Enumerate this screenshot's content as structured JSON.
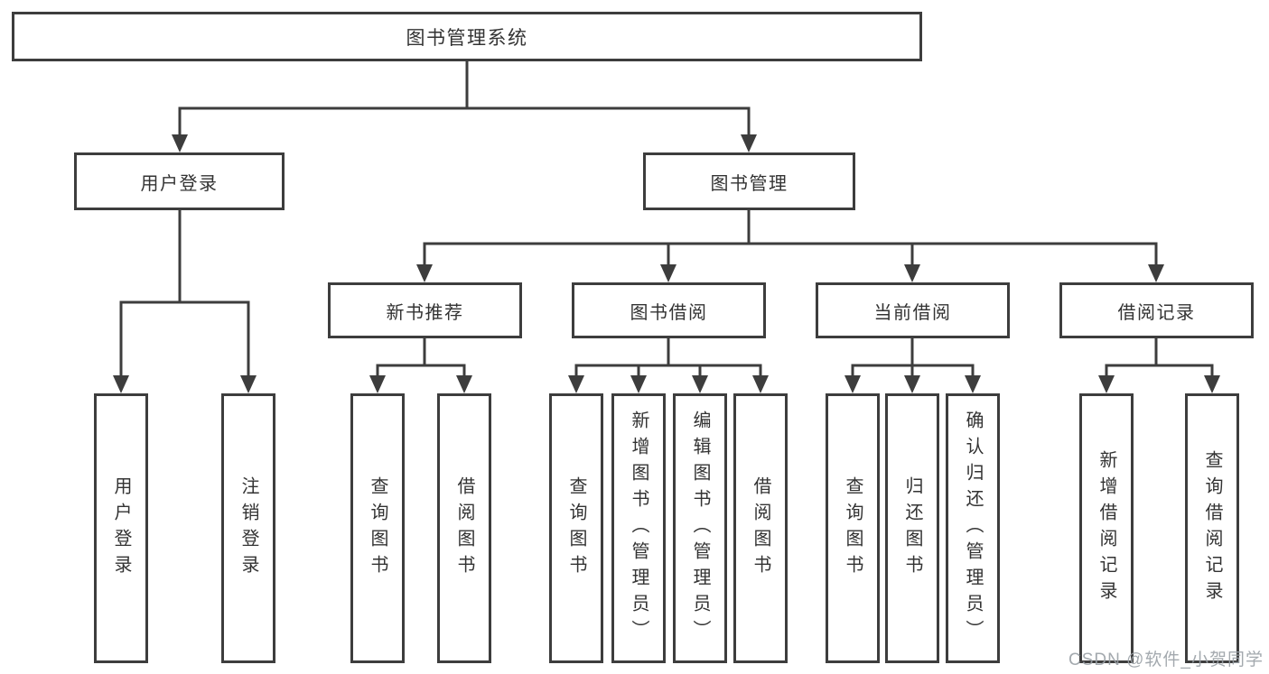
{
  "nodes": {
    "root": "图书管理系统",
    "user_login": "用户登录",
    "book_mgmt": "图书管理",
    "new_book_rec": "新书推荐",
    "book_borrow": "图书借阅",
    "current_borrow": "当前借阅",
    "borrow_records": "借阅记录",
    "ul_leaves": [
      "用户登录",
      "注销登录"
    ],
    "nb_leaves": [
      "查询图书",
      "借阅图书"
    ],
    "bb_leaves": [
      "查询图书",
      "新增图书（管理员）",
      "编辑图书（管理员）",
      "借阅图书"
    ],
    "cb_leaves": [
      "查询图书",
      "归还图书",
      "确认归还（管理员）"
    ],
    "br_leaves": [
      "新增借阅记录",
      "查询借阅记录"
    ]
  },
  "watermark": {
    "text": "CSDN @软件_小贺同学"
  },
  "colors": {
    "line": "#3d3d3d",
    "text": "#333333",
    "watermark": "#9aa0a6",
    "background": "#ffffff"
  }
}
